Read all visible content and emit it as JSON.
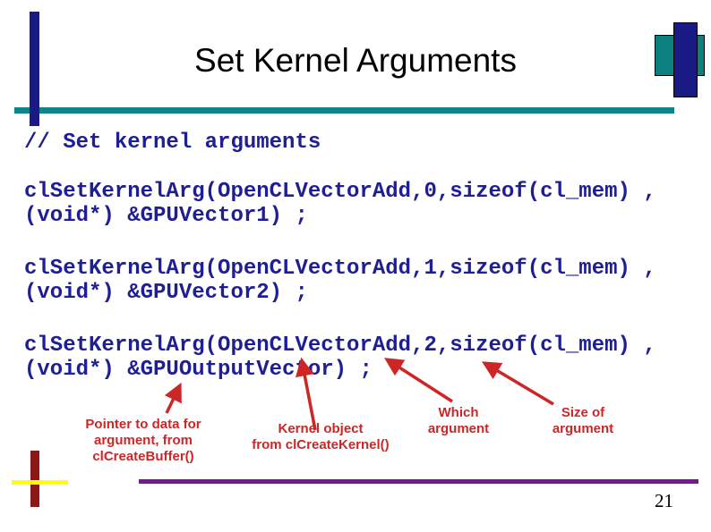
{
  "title": "Set Kernel Arguments",
  "page_number": "21",
  "code": {
    "comment": "// Set kernel arguments",
    "blocks": [
      {
        "line1": "clSetKernelArg(OpenCLVectorAdd,0,sizeof(cl_mem) ,",
        "line2": "(void*) &GPUVector1) ;"
      },
      {
        "line1": "clSetKernelArg(OpenCLVectorAdd,1,sizeof(cl_mem) ,",
        "line2": "(void*) &GPUVector2) ;"
      },
      {
        "line1": "clSetKernelArg(OpenCLVectorAdd,2,sizeof(cl_mem) ,",
        "line2": "(void*) &GPUOutputVector) ;"
      }
    ]
  },
  "annotations": [
    {
      "lines": [
        "Pointer to data for",
        "argument, from",
        "clCreateBuffer()"
      ]
    },
    {
      "lines": [
        "Kernel object",
        "from clCreateKernel()"
      ]
    },
    {
      "lines": [
        "Which",
        "argument"
      ]
    },
    {
      "lines": [
        "Size of",
        "argument"
      ]
    }
  ],
  "colors": {
    "code_text": "#1e1e96",
    "annotation_red": "#cd2626",
    "teal_accent": "#0f8585",
    "navy_accent": "#1a1a85",
    "maroon_accent": "#8b1717",
    "yellow_accent": "#ffff00",
    "footer_rule_purple": "#6e2080",
    "title_text": "#000000"
  }
}
